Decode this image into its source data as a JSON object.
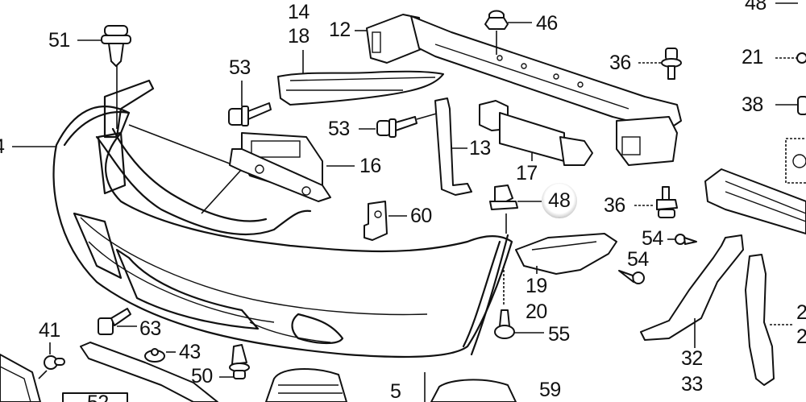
{
  "diagram": {
    "title": "Front Bumper Exploded Parts Diagram",
    "highlighted_callout": "48",
    "callouts": [
      {
        "id": "c4",
        "label": "4",
        "part": "front-bumper-face"
      },
      {
        "id": "c5",
        "label": "5",
        "part": "lower-grille"
      },
      {
        "id": "c12",
        "label": "12",
        "part": "bumper-beam"
      },
      {
        "id": "c13",
        "label": "13",
        "part": "beam-stay"
      },
      {
        "id": "c14",
        "label": "14",
        "part": "headlight-mount-bracket"
      },
      {
        "id": "c18",
        "label": "18",
        "part": "headlight-mount-bracket"
      },
      {
        "id": "c16",
        "label": "16",
        "part": "center-bracket"
      },
      {
        "id": "c17",
        "label": "17",
        "part": "absorber"
      },
      {
        "id": "c19",
        "label": "19",
        "part": "side-spacer"
      },
      {
        "id": "c20",
        "label": "20",
        "part": "side-spacer"
      },
      {
        "id": "c21",
        "label": "21",
        "part": "clip"
      },
      {
        "id": "c32",
        "label": "32",
        "part": "side-beam"
      },
      {
        "id": "c33",
        "label": "33",
        "part": "side-beam"
      },
      {
        "id": "c36a",
        "label": "36",
        "part": "flange-bolt"
      },
      {
        "id": "c36b",
        "label": "36",
        "part": "flange-bolt"
      },
      {
        "id": "c38",
        "label": "38",
        "part": "clip"
      },
      {
        "id": "c41",
        "label": "41",
        "part": "screw-grommet"
      },
      {
        "id": "c43",
        "label": "43",
        "part": "nut"
      },
      {
        "id": "c46",
        "label": "46",
        "part": "cap-nut"
      },
      {
        "id": "c48a",
        "label": "48",
        "part": "clip"
      },
      {
        "id": "c48b",
        "label": "48",
        "part": "clip"
      },
      {
        "id": "c50",
        "label": "50",
        "part": "clip"
      },
      {
        "id": "c51",
        "label": "51",
        "part": "clip"
      },
      {
        "id": "c53a",
        "label": "53",
        "part": "bolt-washer"
      },
      {
        "id": "c53b",
        "label": "53",
        "part": "bolt-washer"
      },
      {
        "id": "c54a",
        "label": "54",
        "part": "tapping-screw"
      },
      {
        "id": "c54b",
        "label": "54",
        "part": "tapping-screw"
      },
      {
        "id": "c55",
        "label": "55",
        "part": "tapping-screw"
      },
      {
        "id": "c59",
        "label": "59",
        "part": "fog-light-cover"
      },
      {
        "id": "c60",
        "label": "60",
        "part": "clip"
      },
      {
        "id": "c63",
        "label": "63",
        "part": "bolt-washer"
      },
      {
        "id": "c2a",
        "label": "2",
        "part": "side-stay-partial"
      },
      {
        "id": "c2b",
        "label": "2",
        "part": "side-stay-partial"
      },
      {
        "id": "c52",
        "label": "52",
        "part": "partial-cutoff"
      }
    ]
  }
}
